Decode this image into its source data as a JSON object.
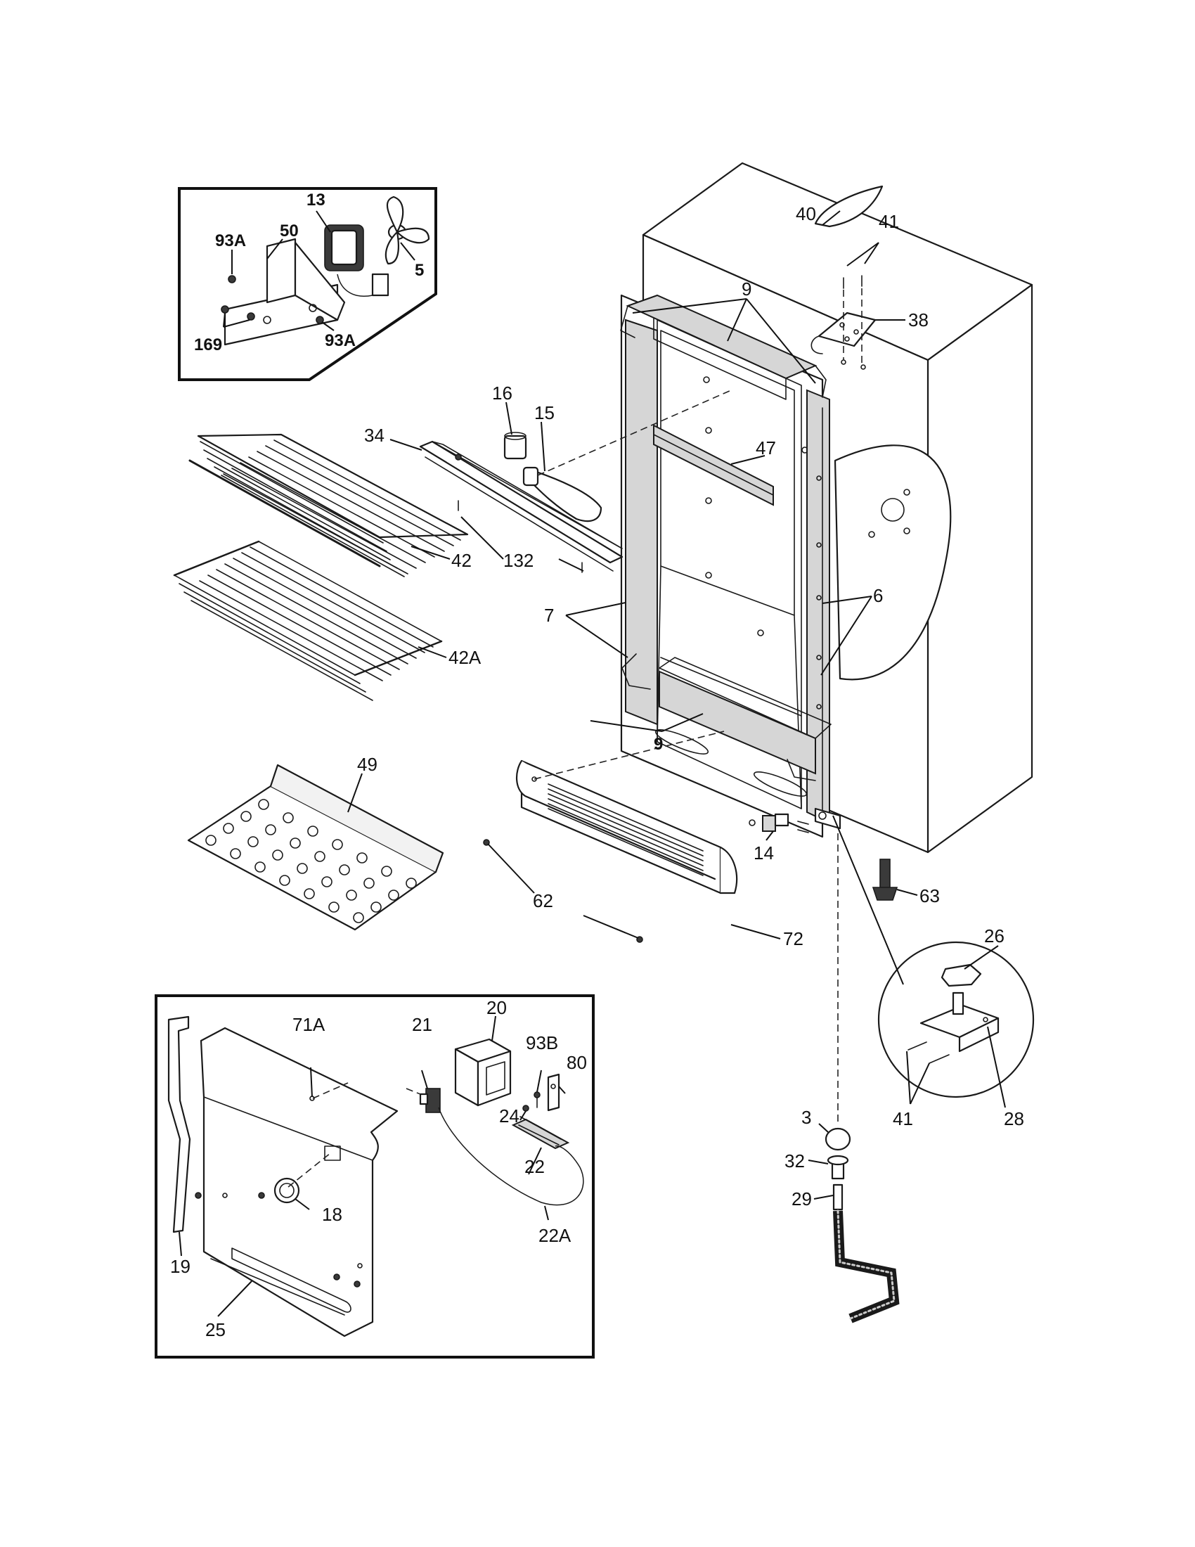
{
  "labels": {
    "l13": "13",
    "l93A_top": "93A",
    "l50": "50",
    "l5": "5",
    "l169": "169",
    "l93A_bot": "93A",
    "l40": "40",
    "l41_top": "41",
    "l9_top": "9",
    "l38": "38",
    "l16": "16",
    "l15": "15",
    "l34": "34",
    "l47": "47",
    "l42": "42",
    "l132": "132",
    "l7": "7",
    "l6": "6",
    "l42A": "42A",
    "l49": "49",
    "l9_bot": "9",
    "l14": "14",
    "l63": "63",
    "l62": "62",
    "l72": "72",
    "l26": "26",
    "l20": "20",
    "l71A": "71A",
    "l21": "21",
    "l93B": "93B",
    "l80": "80",
    "l24": "24",
    "l22": "22",
    "l18": "18",
    "l22A": "22A",
    "l19": "19",
    "l25": "25",
    "l41_inset": "41",
    "l28": "28",
    "l3": "3",
    "l32": "32",
    "l29": "29"
  }
}
